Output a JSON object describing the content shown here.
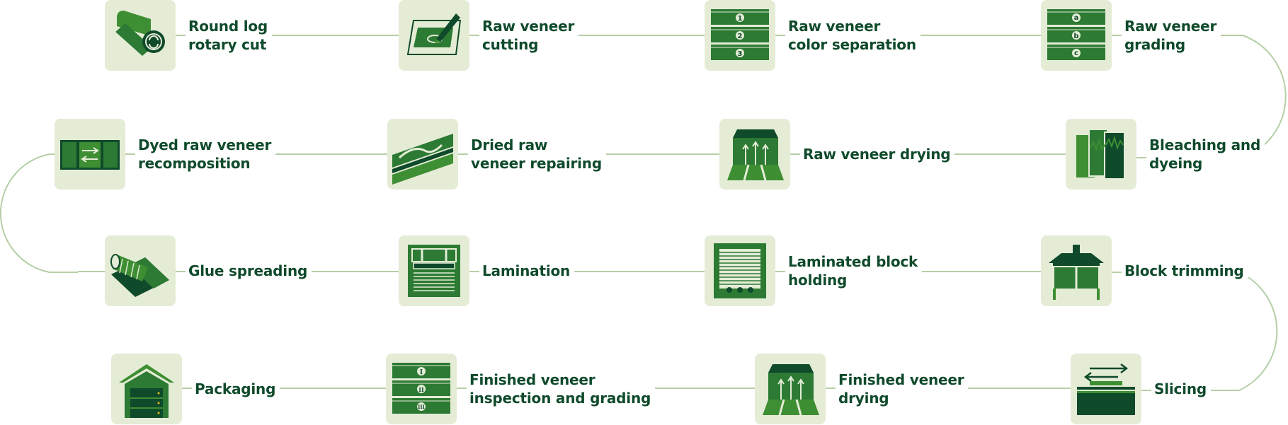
{
  "colors": {
    "dark_green": "#0f4a2b",
    "mid_green": "#2c7a33",
    "bright_green": "#3e8e33",
    "tile_bg": "#e4ecd6",
    "line": "#b5cfa6"
  },
  "steps": [
    {
      "id": "rotary-cut",
      "label_lines": [
        "Round log",
        "rotary cut"
      ],
      "icon": "log-roll-icon"
    },
    {
      "id": "cutting",
      "label_lines": [
        "Raw veneer",
        "cutting"
      ],
      "icon": "cutting-pen-icon"
    },
    {
      "id": "color-separation",
      "label_lines": [
        "Raw veneer",
        "color separation"
      ],
      "icon": "numbered-stack-icon",
      "marks": [
        "1",
        "2",
        "3"
      ]
    },
    {
      "id": "grading",
      "label_lines": [
        "Raw veneer",
        "grading"
      ],
      "icon": "lettered-stack-icon",
      "marks": [
        "a",
        "b",
        "c"
      ]
    },
    {
      "id": "bleaching",
      "label_lines": [
        "Bleaching and",
        "dyeing"
      ],
      "icon": "dye-panels-icon"
    },
    {
      "id": "drying",
      "label_lines": [
        "Raw veneer drying"
      ],
      "icon": "drying-oven-icon"
    },
    {
      "id": "repairing",
      "label_lines": [
        "Dried raw",
        "veneer repairing"
      ],
      "icon": "repair-strip-icon"
    },
    {
      "id": "recomposition",
      "label_lines": [
        "Dyed raw veneer",
        "recomposition"
      ],
      "icon": "recompose-arrows-icon"
    },
    {
      "id": "glue",
      "label_lines": [
        "Glue spreading"
      ],
      "icon": "glue-roller-icon"
    },
    {
      "id": "lamination",
      "label_lines": [
        "Lamination"
      ],
      "icon": "press-icon"
    },
    {
      "id": "holding",
      "label_lines": [
        "Laminated block",
        "holding"
      ],
      "icon": "block-holding-icon"
    },
    {
      "id": "trimming",
      "label_lines": [
        "Block trimming"
      ],
      "icon": "trimming-saw-icon"
    },
    {
      "id": "slicing",
      "label_lines": [
        "Slicing"
      ],
      "icon": "slicer-icon"
    },
    {
      "id": "finished-drying",
      "label_lines": [
        "Finished veneer",
        "drying"
      ],
      "icon": "drying-oven-icon"
    },
    {
      "id": "inspection",
      "label_lines": [
        "Finished veneer",
        "inspection and grading"
      ],
      "icon": "roman-stack-icon",
      "marks": [
        "I",
        "II",
        "III"
      ]
    },
    {
      "id": "packaging",
      "label_lines": [
        "Packaging"
      ],
      "icon": "warehouse-icon"
    }
  ]
}
